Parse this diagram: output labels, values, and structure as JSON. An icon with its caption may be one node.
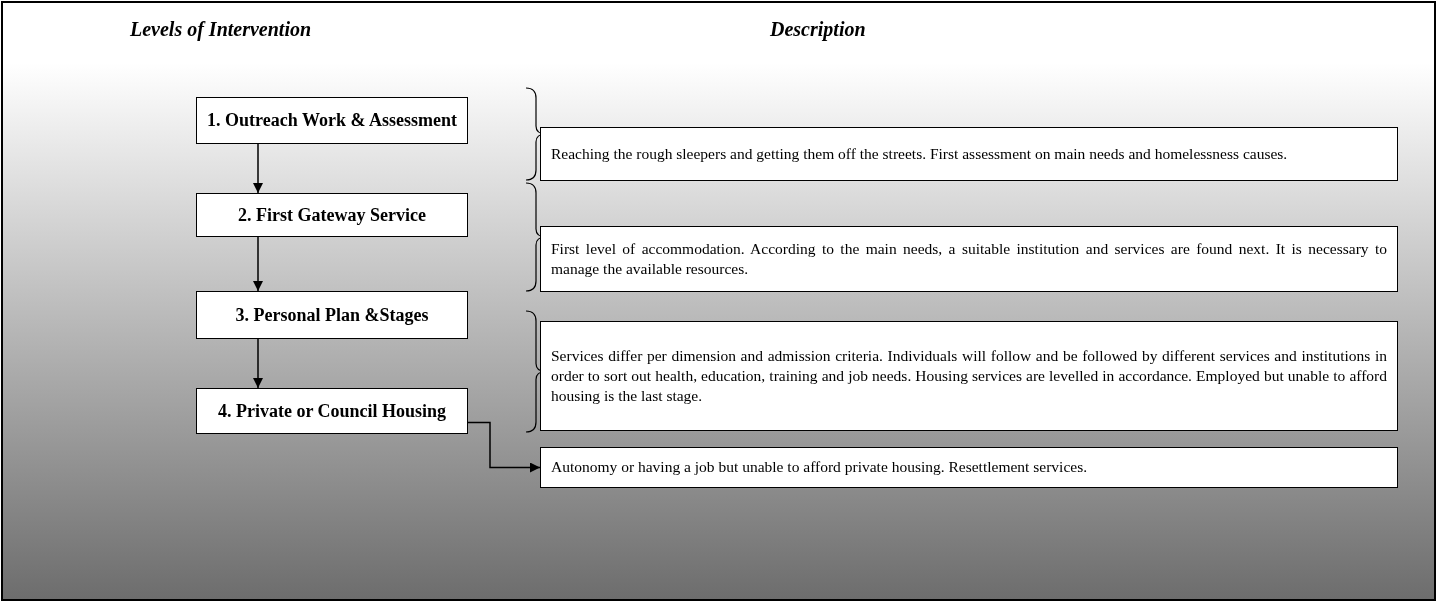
{
  "diagram": {
    "nodes": [
      {
        "text": [
          "1. Outreach Work & Assessment"
        ]
      },
      {
        "text": [
          "2. First Gateway Service"
        ]
      },
      {
        "text": [
          "3. Personal Plan &Stages"
        ]
      },
      {
        "text": [
          "4. Private or Council Housing"
        ]
      },
      {
        "text": [
          "Reaching the rough sleepers and getting them off the streets. First assessment on main needs and homelessness causes."
        ]
      },
      {
        "text": [
          "First level of accommodation. According to the main needs, a suitable institution and services are found next. It is necessary to manage the available resources."
        ]
      },
      {
        "text": [
          "Services differ per dimension and admission criteria. Individuals will follow and be followed by different services and institutions in order to sort out health, education, training and job needs. Housing services are levelled in accordance. Employed but unable to afford housing is the last stage."
        ]
      },
      {
        "text": [
          "Autonomy or having a job but unable to afford private housing. Resettlement services."
        ]
      }
    ],
    "edges": [
      {
        "from": 0,
        "to": 1,
        "arrow": "to"
      },
      {
        "from": 1,
        "to": 2,
        "arrow": "to"
      },
      {
        "from": 2,
        "to": 3,
        "arrow": "to"
      },
      {
        "from": 3,
        "to": 7,
        "arrow": "to"
      }
    ],
    "labels": [
      "Levels of Intervention",
      "Description"
    ]
  }
}
